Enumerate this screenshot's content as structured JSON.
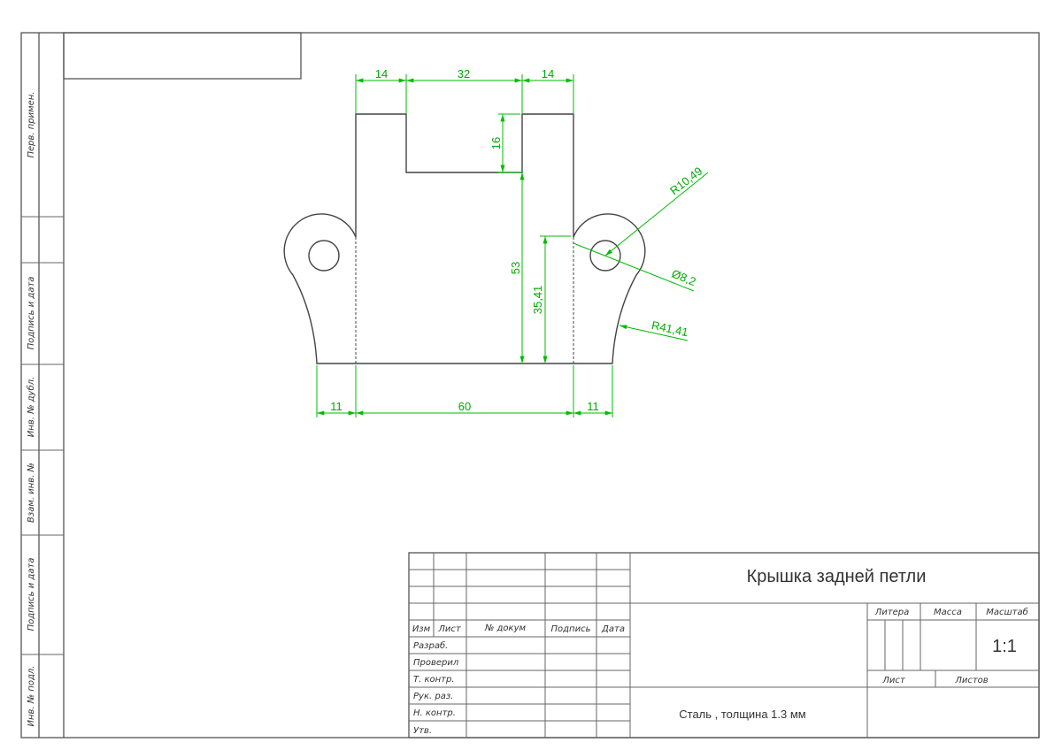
{
  "side_labels": [
    "Перв. примен.",
    "Подпись и дата",
    "Инв. № дубл.",
    "Взам. инв. №",
    "Подпись и дата",
    "Инв. № подл."
  ],
  "dimensions": {
    "top_left": "14",
    "top_mid": "32",
    "top_right": "14",
    "notch_depth": "16",
    "height": "53",
    "hole_height": "35,41",
    "ear_radius": "R10,49",
    "hole_diameter": "Ø8,2",
    "flank_radius": "R41,41",
    "bottom_left": "11",
    "bottom_mid": "60",
    "bottom_right": "11"
  },
  "title_block": {
    "title": "Крышка задней петли",
    "headers": [
      "Изм",
      "Лист",
      "№ докум",
      "Подпись",
      "Дата"
    ],
    "roles": [
      "Разраб.",
      "Проверил",
      "Т. контр.",
      "Рук. раз.",
      "Н. контр.",
      "Утв."
    ],
    "litera_label": "Литера",
    "mass_label": "Масса",
    "scale_label": "Масштаб",
    "scale_value": "1:1",
    "sheet_label": "Лист",
    "sheets_label": "Листов",
    "material": "Сталь , толщина 1.3 мм"
  },
  "colors": {
    "dimension": "#00bb00",
    "lines": "#444444"
  }
}
